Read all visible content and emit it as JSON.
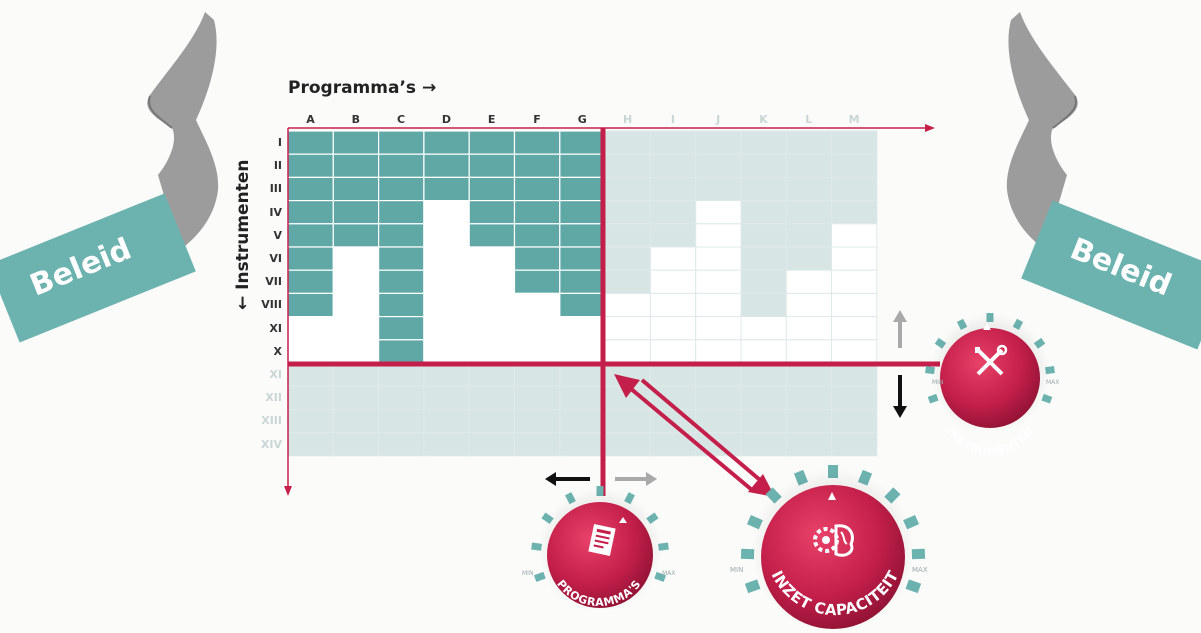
{
  "axes": {
    "columns_title": "Programma’s →",
    "rows_title": "← Instrumenten"
  },
  "columns": [
    "A",
    "B",
    "C",
    "D",
    "E",
    "F",
    "G",
    "H",
    "I",
    "J",
    "K",
    "L",
    "M"
  ],
  "rows": [
    "I",
    "II",
    "III",
    "IV",
    "V",
    "VI",
    "VII",
    "VIII",
    "XI",
    "X",
    "XI",
    "XII",
    "XIII",
    "XIV"
  ],
  "active_columns": 7,
  "active_rows": 10,
  "grid": [
    [
      1,
      1,
      1,
      1,
      1,
      1,
      1,
      1,
      1,
      1,
      1,
      1,
      1
    ],
    [
      1,
      1,
      1,
      1,
      1,
      1,
      1,
      1,
      1,
      1,
      1,
      1,
      1
    ],
    [
      1,
      1,
      1,
      1,
      1,
      1,
      1,
      1,
      1,
      1,
      1,
      1,
      1
    ],
    [
      1,
      1,
      1,
      0,
      1,
      1,
      1,
      1,
      1,
      0,
      1,
      1,
      1
    ],
    [
      1,
      1,
      1,
      0,
      1,
      1,
      1,
      1,
      1,
      0,
      1,
      1,
      0
    ],
    [
      1,
      0,
      1,
      0,
      0,
      1,
      1,
      1,
      0,
      0,
      1,
      1,
      0
    ],
    [
      1,
      0,
      1,
      0,
      0,
      1,
      1,
      1,
      0,
      0,
      1,
      0,
      0
    ],
    [
      1,
      0,
      1,
      0,
      0,
      0,
      1,
      0,
      0,
      0,
      1,
      0,
      0
    ],
    [
      0,
      0,
      1,
      0,
      0,
      0,
      0,
      0,
      0,
      0,
      0,
      0,
      0
    ],
    [
      0,
      0,
      1,
      0,
      0,
      0,
      0,
      0,
      0,
      0,
      0,
      0,
      0
    ],
    [
      0,
      0,
      0,
      0,
      0,
      0,
      0,
      0,
      0,
      0,
      0,
      0,
      0
    ],
    [
      0,
      0,
      0,
      0,
      0,
      0,
      0,
      0,
      0,
      0,
      0,
      0,
      0
    ],
    [
      0,
      0,
      0,
      0,
      0,
      0,
      0,
      0,
      0,
      0,
      0,
      0,
      0
    ],
    [
      0,
      0,
      0,
      0,
      0,
      0,
      0,
      0,
      0,
      0,
      0,
      0,
      0
    ]
  ],
  "hands": {
    "left_label": "Beleid",
    "right_label": "Beleid"
  },
  "dials": {
    "instrumenten": {
      "label": "INSTRUMENTEN",
      "min": "MIN",
      "max": "MAX"
    },
    "programmas": {
      "label": "PROGRAMMA'S",
      "min": "MIN",
      "max": "MAX"
    },
    "capaciteit": {
      "label": "INZET CAPACITEIT",
      "min": "MIN",
      "max": "MAX"
    }
  },
  "colors": {
    "teal": "#5fa8a6",
    "teal_light": "#d7e6e5",
    "crimson": "#c41f4a",
    "grid_line": "#b9d1d0",
    "hand": "#9a9a9a",
    "sleeve": "#6cb3b0",
    "grey_arrow": "#a9a9a9"
  }
}
